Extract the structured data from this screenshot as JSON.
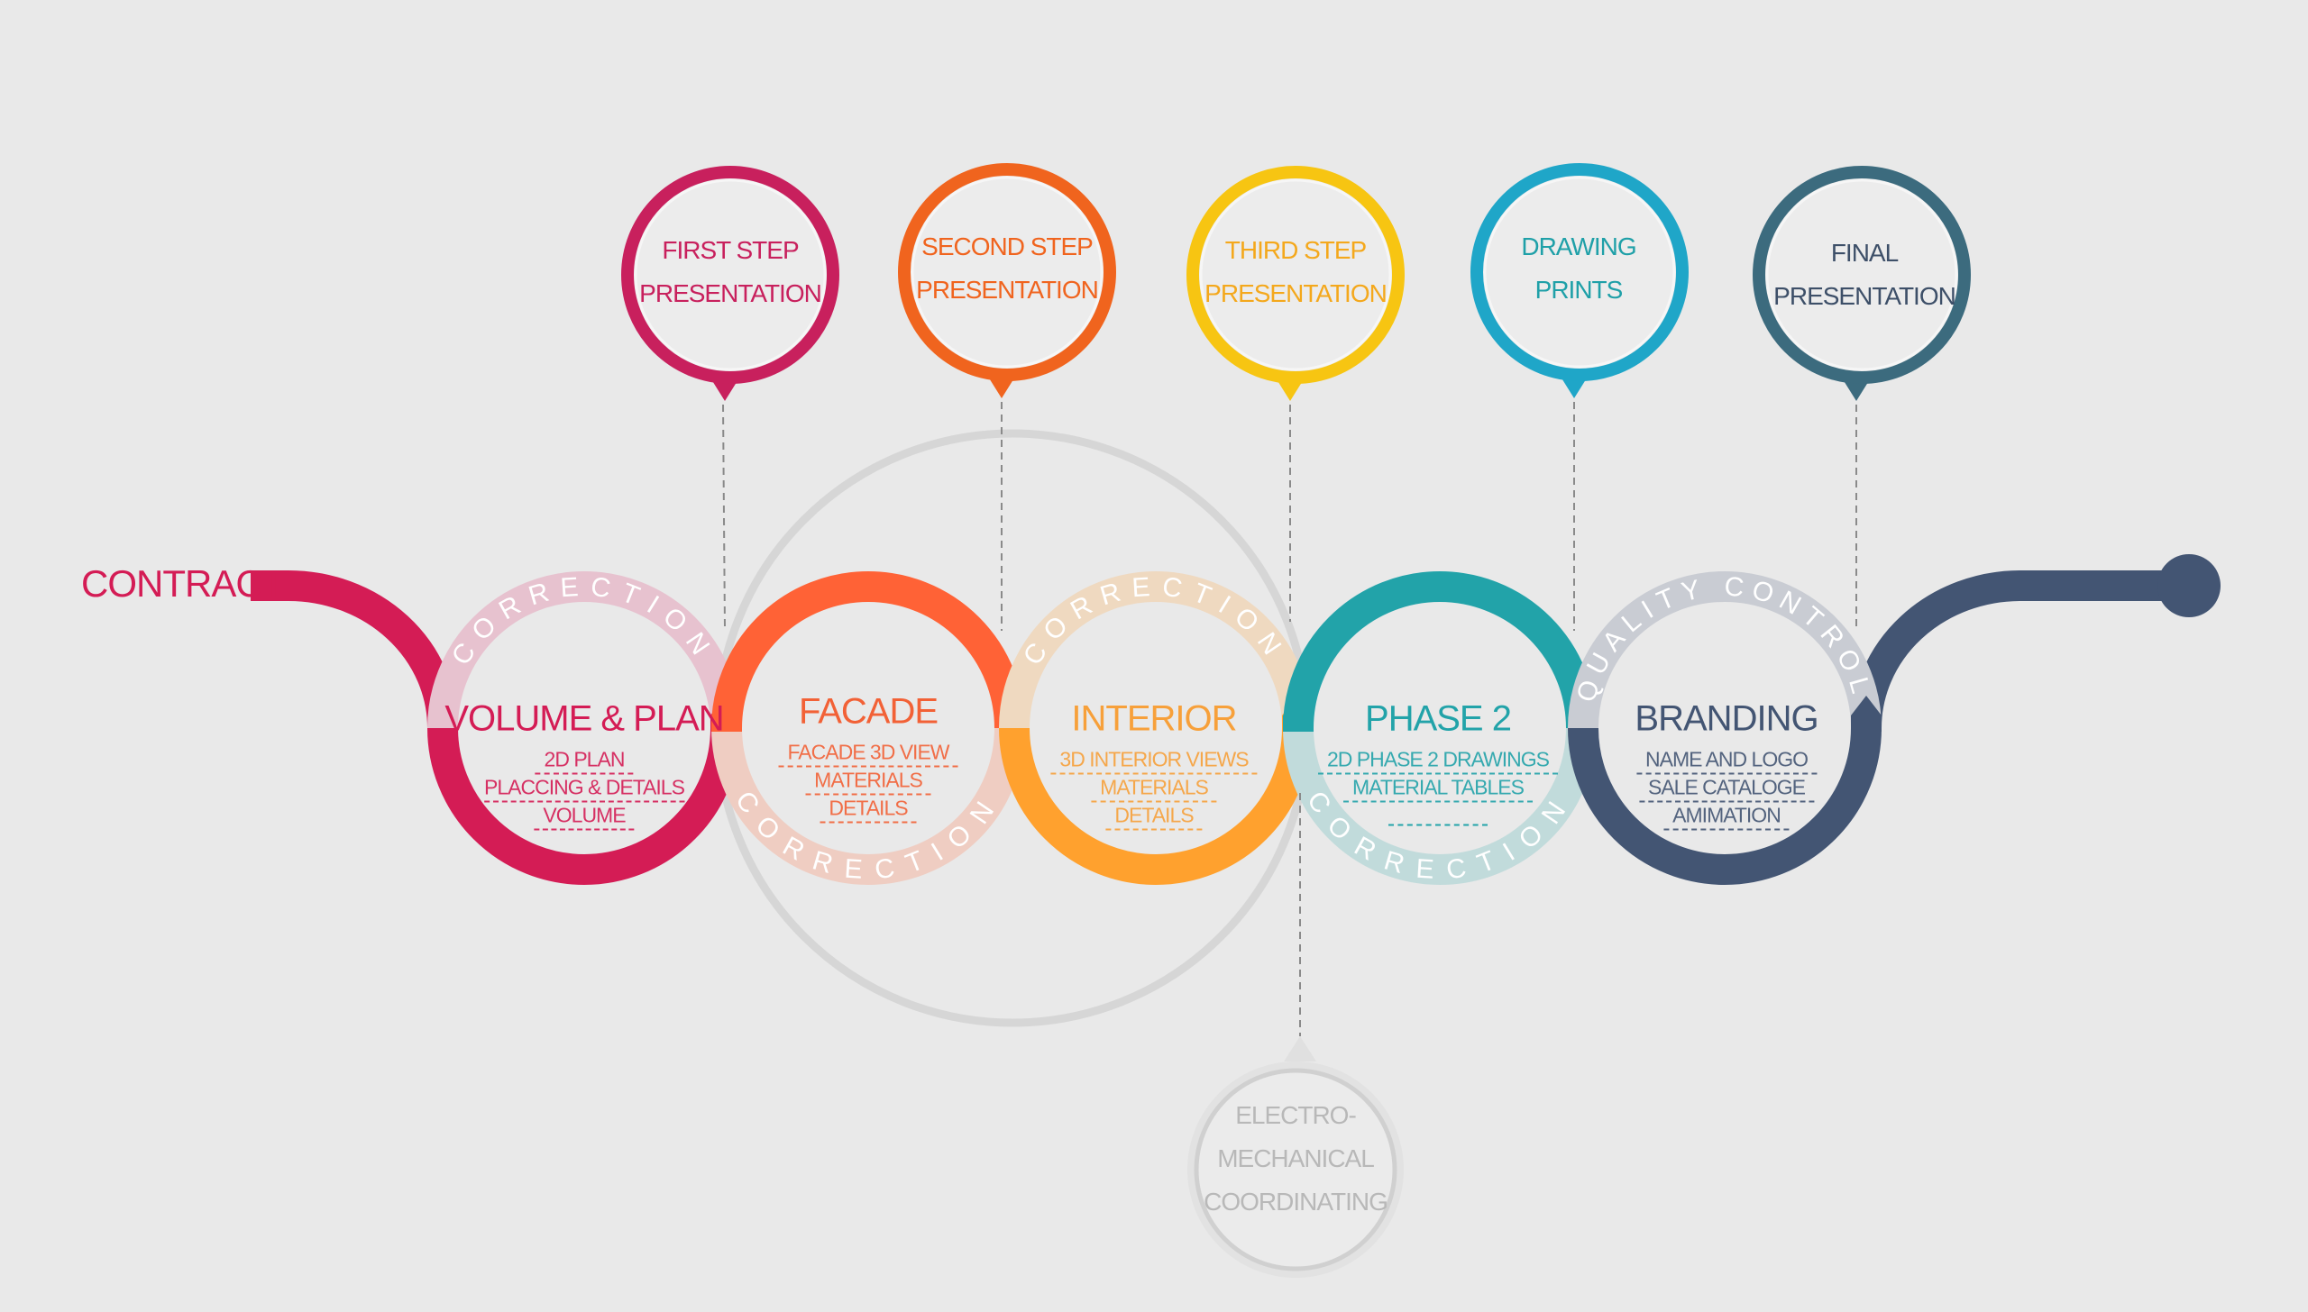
{
  "contract_label": "CONTRACT",
  "stages": [
    {
      "title": "VOLUME & PLAN",
      "items": [
        "2D PLAN",
        "PLACCING & DETAILS",
        "VOLUME"
      ],
      "ring_label": "CORRECTION",
      "color": "#d41c55",
      "pale": "#e7c2cf"
    },
    {
      "title": "FACADE",
      "items": [
        "FACADE 3D VIEW",
        "MATERIALS",
        "DETAILS"
      ],
      "ring_label": "CORRECTION",
      "color": "#ff6236",
      "pale": "#efcdc2"
    },
    {
      "title": "INTERIOR",
      "items": [
        "3D INTERIOR VIEWS",
        "MATERIALS",
        "DETAILS"
      ],
      "ring_label": "CORRECTION",
      "color": "#ffa12e",
      "pale": "#efd9c0"
    },
    {
      "title": "PHASE 2",
      "items": [
        "2D PHASE 2 DRAWINGS",
        "MATERIAL TABLES"
      ],
      "ring_label": "CORRECTION",
      "color": "#22a3a9",
      "pale": "#c1dbdb"
    },
    {
      "title": "BRANDING",
      "items": [
        "NAME AND LOGO",
        "SALE CATALOGE",
        "AMIMATION"
      ],
      "ring_label": "QUALITY CONTROL",
      "color": "#435573",
      "pale": "#c9ccd3"
    }
  ],
  "presentations": [
    {
      "lines": [
        "FIRST STEP",
        "PRESENTATION"
      ],
      "color": "#c8205d",
      "text_color": "#c8205d"
    },
    {
      "lines": [
        "SECOND STEP",
        "PRESENTATION"
      ],
      "color": "#f0641e",
      "text_color": "#f0641e"
    },
    {
      "lines": [
        "THIRD STEP",
        "PRESENTATION"
      ],
      "color": "#f7c512",
      "text_color": "#f4a81c"
    },
    {
      "lines": [
        "DRAWING",
        "PRINTS"
      ],
      "color": "#1fa6c8",
      "text_color": "#1fa0a8"
    },
    {
      "lines": [
        "FINAL",
        "PRESENTATION"
      ],
      "color": "#3c6b7e",
      "text_color": "#3d4f68"
    }
  ],
  "electro": {
    "lines": [
      "ELECTRO-",
      "MECHANICAL",
      "COORDINATING"
    ],
    "color": "#bdbdbd"
  }
}
